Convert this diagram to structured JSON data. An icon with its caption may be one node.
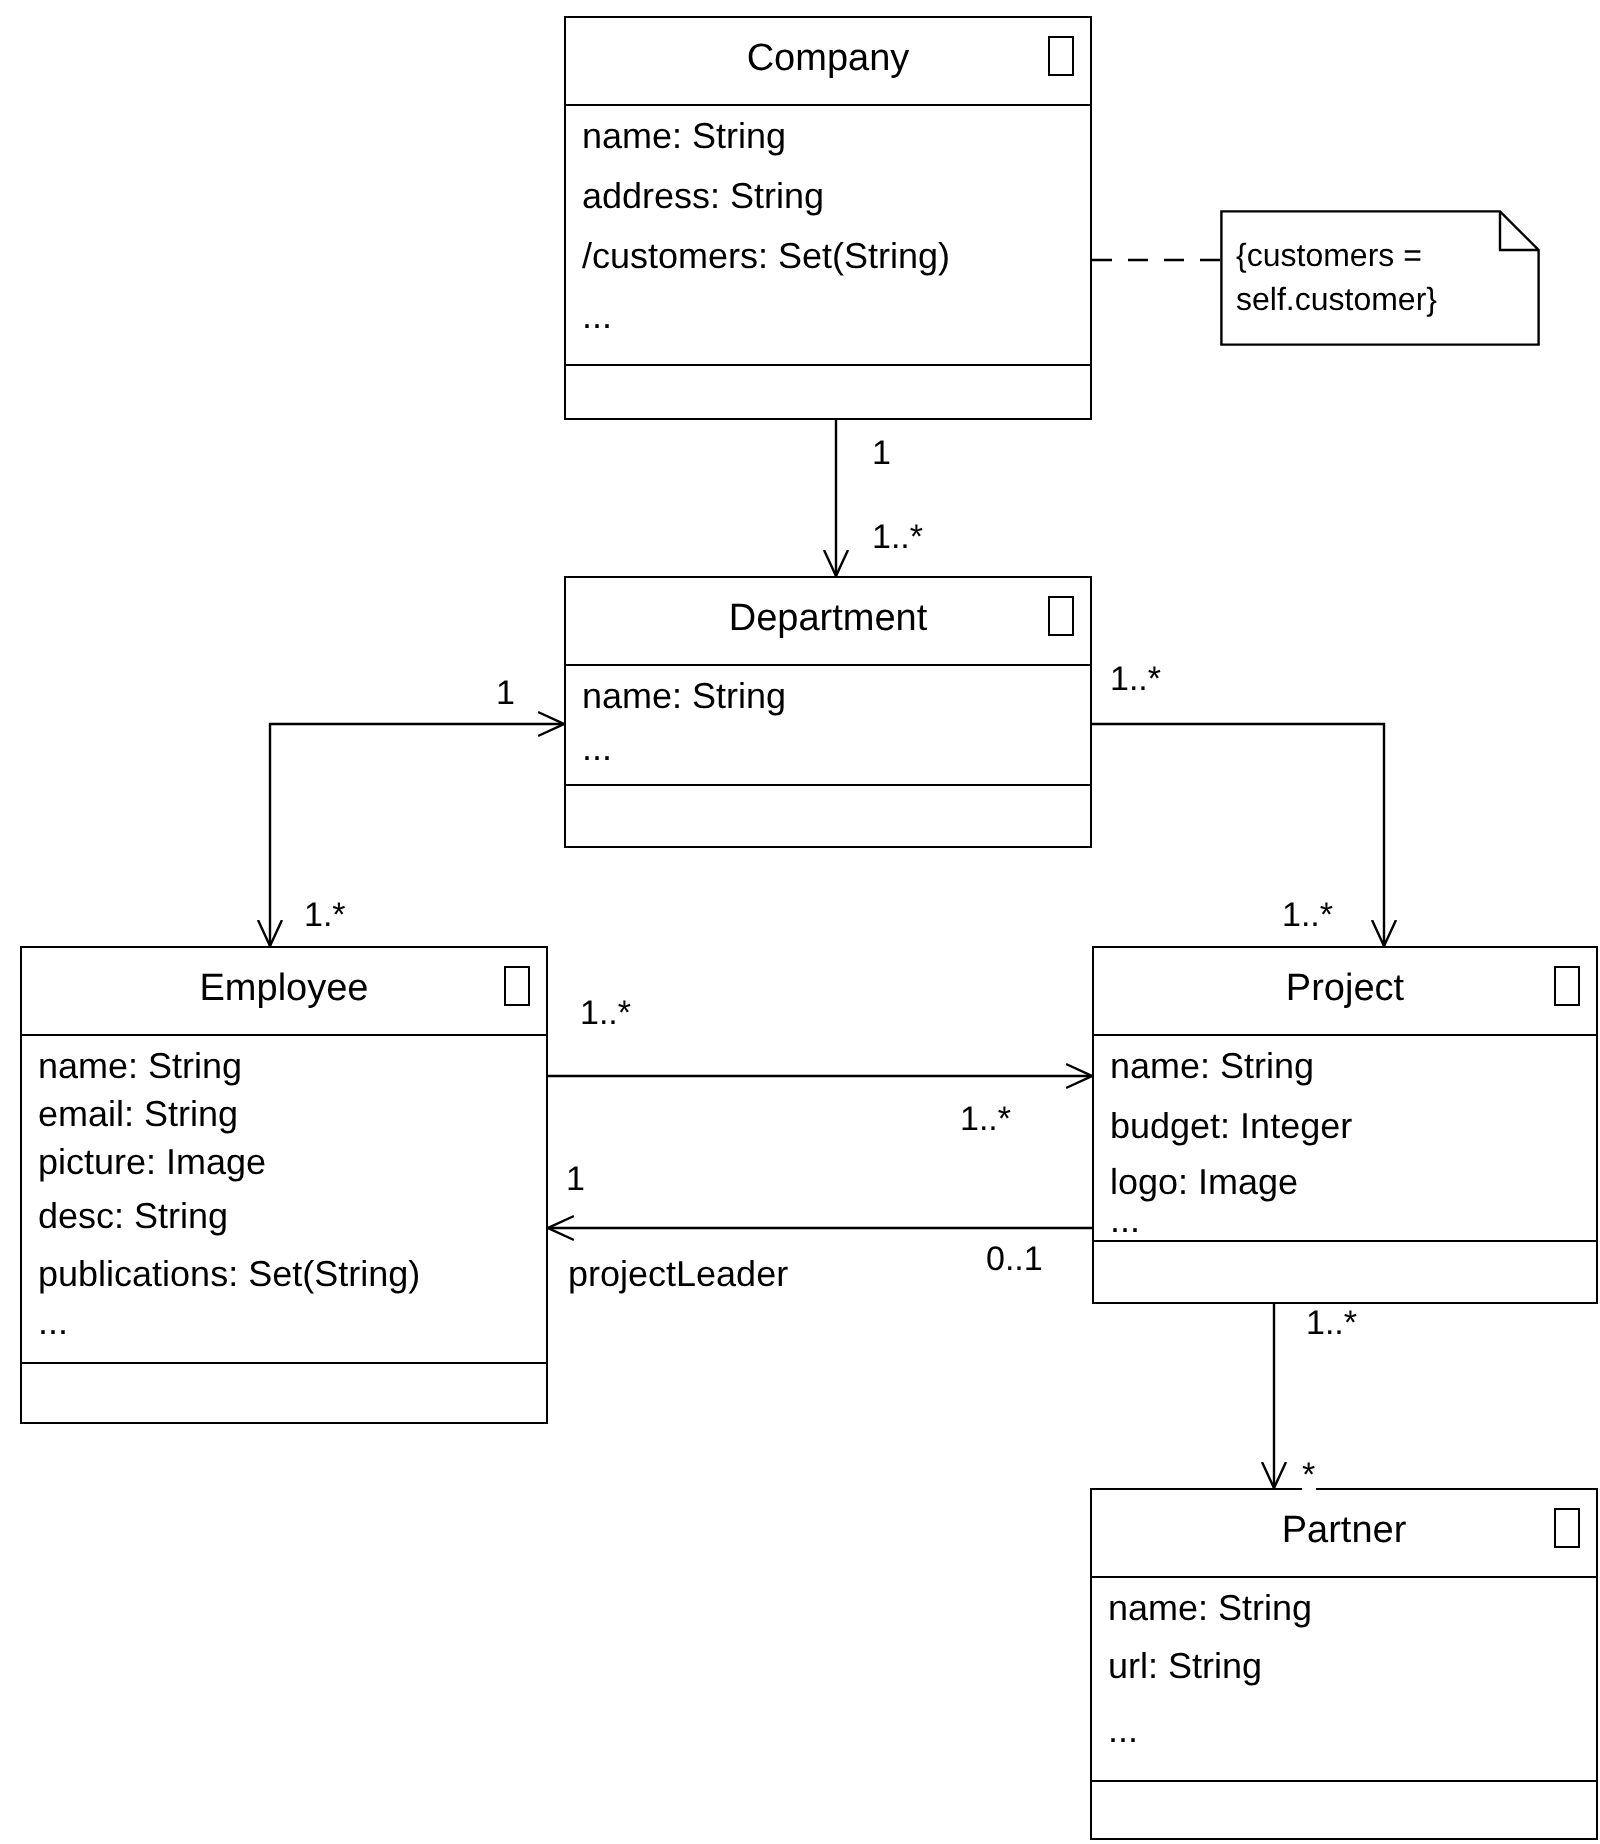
{
  "diagram": {
    "nodes": [
      {
        "text": [
          "Company",
          "name: String",
          "address: String",
          "/customers: Set(String)",
          "..."
        ]
      },
      {
        "text": [
          "{customers = self.customer}"
        ]
      },
      {
        "text": [
          "Department",
          "name: String",
          "..."
        ]
      },
      {
        "text": [
          "Employee",
          "name: String",
          "email: String",
          "picture: Image",
          "desc: String",
          "publications: Set(String)",
          "..."
        ]
      },
      {
        "text": [
          "Project",
          "name: String",
          "budget: Integer",
          "logo: Image",
          "..."
        ]
      },
      {
        "text": [
          "Partner",
          "name: String",
          "url: String",
          "..."
        ]
      }
    ],
    "edges": [
      {
        "from": 0,
        "to": 2,
        "arrow": "to"
      },
      {
        "from": 0,
        "to": 1,
        "arrow": "none",
        "style": "dashed"
      },
      {
        "from": 2,
        "to": 3,
        "arrow": "both"
      },
      {
        "from": 2,
        "to": 4,
        "arrow": "to"
      },
      {
        "from": 3,
        "to": 4,
        "arrow": "to"
      },
      {
        "from": 4,
        "to": 3,
        "arrow": "to",
        "label": "projectLeader"
      },
      {
        "from": 4,
        "to": 5,
        "arrow": "to"
      }
    ],
    "labels": [
      "1",
      "1..*",
      "1",
      "1..*",
      "1.*",
      "1..*",
      "1..*",
      "1..*",
      "1",
      "0..1",
      "1..*",
      "*"
    ]
  }
}
